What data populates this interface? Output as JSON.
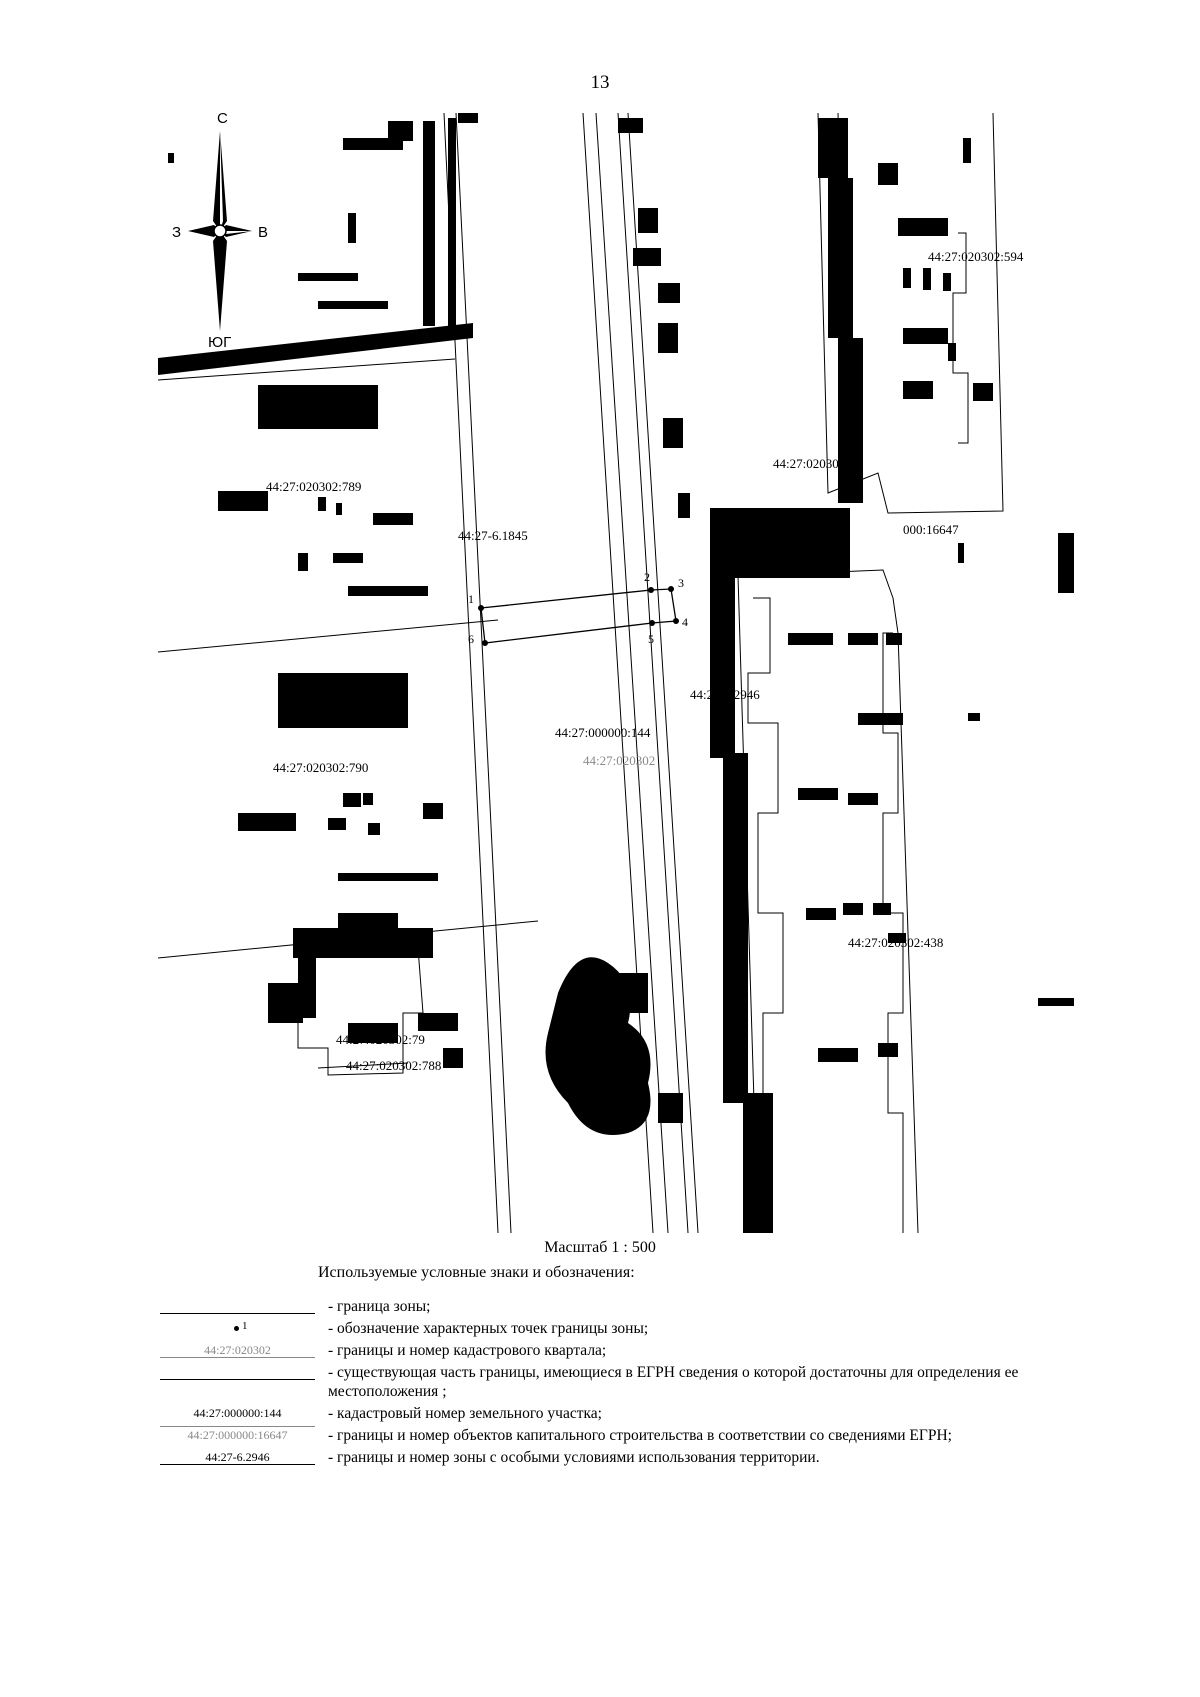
{
  "page": {
    "number": "13"
  },
  "compass": {
    "north": "С",
    "south": "ЮГ",
    "west": "З",
    "east": "В"
  },
  "map": {
    "parcels": {
      "p594": "44:27:020302:594",
      "p16": "44:27:020302:16",
      "p789": "44:27:020302:789",
      "p790": "44:27:020302:790",
      "p438": "44:27:020302:438",
      "p79x": "44:27:020302:79",
      "p788": "44:27:020302:788",
      "p144": "44:27:000000:144"
    },
    "object_label": "000:16647",
    "zones": {
      "z1845": "44:27-6.1845",
      "z2946": "44:27-6.2946"
    },
    "quarter": "44:27:020302",
    "points": [
      "1",
      "2",
      "3",
      "4",
      "5",
      "6"
    ]
  },
  "scale": "Масштаб 1 : 500",
  "legend": {
    "title": "Используемые условные знаки и обозначения:",
    "items": [
      {
        "symbol": "",
        "text": "- граница зоны;"
      },
      {
        "symbol": "1",
        "text": "- обозначение характерных точек границы зоны;"
      },
      {
        "symbol": "44:27:020302",
        "text": "- границы и номер кадастрового квартала;"
      },
      {
        "symbol": "",
        "text": "- существующая часть границы, имеющиеся в ЕГРН сведения о которой достаточны для определения ее местоположения ;"
      },
      {
        "symbol": "44:27:000000:144",
        "text": "- кадастровый номер земельного участка;"
      },
      {
        "symbol": "44:27:000000:16647",
        "text": "- границы и номер объектов капитального строительства в соответствии со сведениями ЕГРН;"
      },
      {
        "symbol": "44:27-6.2946",
        "text": "- границы и номер зоны с особыми условиями использования территории."
      }
    ]
  }
}
